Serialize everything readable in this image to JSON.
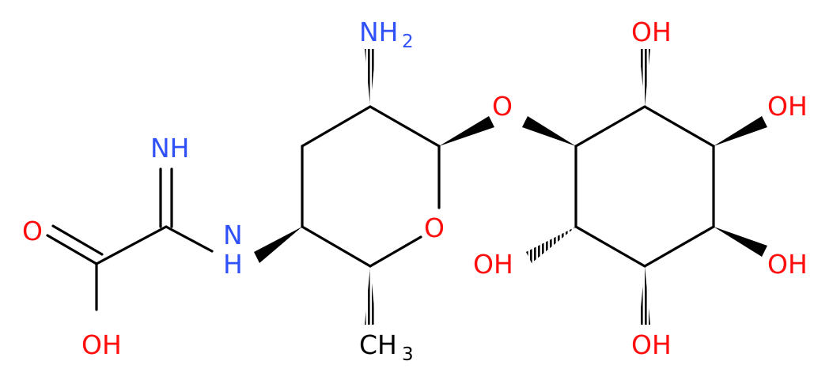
{
  "colors": {
    "bond": "#000000",
    "oxygen": "#ff0d0d",
    "nitrogen": "#3050f8",
    "carbon": "#000000"
  },
  "atoms": {
    "nh2_main": "NH",
    "nh2_sub": "2",
    "nh_imine": "NH",
    "nh_amine_n": "N",
    "nh_amine_h": "H",
    "o_carbonyl": "O",
    "oh_acid": "OH",
    "o_ring": "O",
    "o_glycosidic": "O",
    "ch3_main": "CH",
    "ch3_sub": "3",
    "oh_top": "OH",
    "oh_upper_right": "OH",
    "oh_lower_right": "OH",
    "oh_bottom": "OH",
    "oh_left": "OH"
  }
}
